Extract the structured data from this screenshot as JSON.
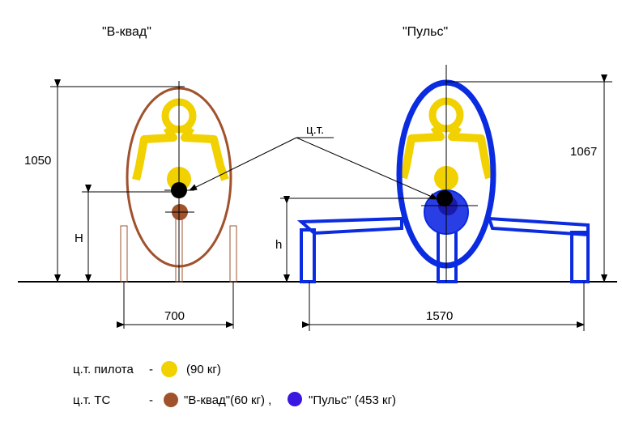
{
  "titles": {
    "left": "\"В-квад\"",
    "right": "\"Пульс\""
  },
  "center_of_gravity_label": "ц.т.",
  "dimensions": {
    "left_height": "1050",
    "left_cg_height_symbol": "H",
    "left_width": "700",
    "right_height": "1067",
    "right_cg_height_symbol": "h",
    "right_width": "1570"
  },
  "legend": {
    "pilot_label": "ц.т. пилота",
    "dash": "-",
    "pilot_mass": "(90 кг)",
    "vehicle_label": "ц.т. ТС",
    "vehicle_left": "\"В-квад\"(60 кг) ,",
    "vehicle_right": "\"Пульс\" (453 кг)"
  },
  "colors": {
    "pilot": "#f2d100",
    "v_quad": "#a0522d",
    "puls": "#0a2be0",
    "puls_cg": "#3b16e0"
  }
}
